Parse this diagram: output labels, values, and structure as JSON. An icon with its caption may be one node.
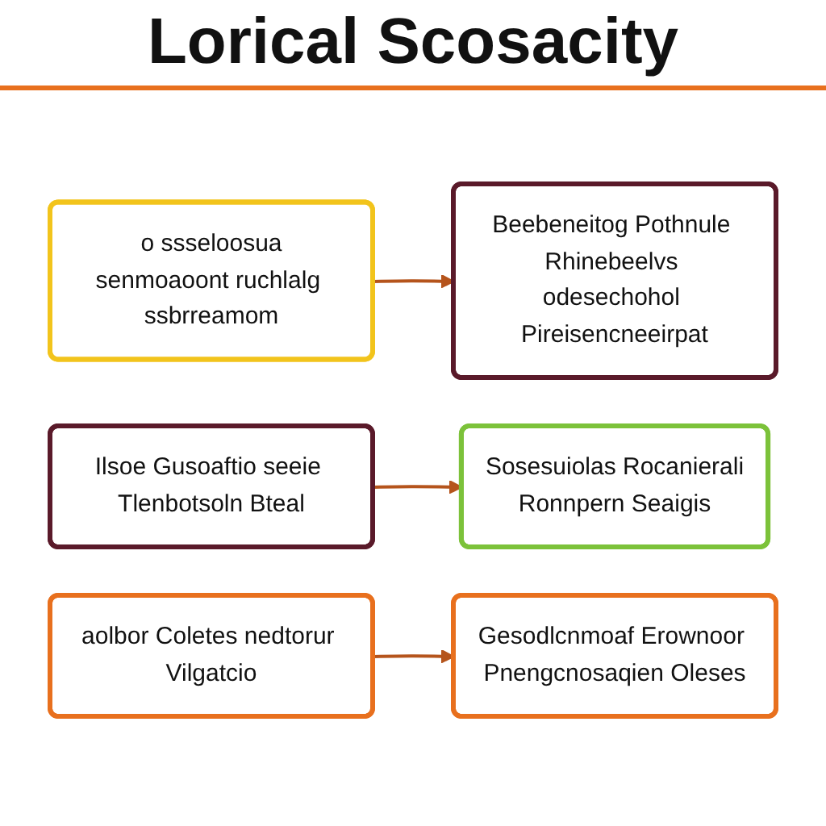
{
  "diagram": {
    "title": "Lorical Scosacity",
    "nodes": [
      {
        "text": [
          "o ssseloosua",
          "senmoaoont ruchlalg ssbrreamom"
        ]
      },
      {
        "text": [
          "Beebeneitog Pothnule Rhinebeelvs odesechohol Pireisencneeirpat"
        ]
      },
      {
        "text": [
          "Ilsoe Gusoaftio seeie Tlenbotsoln Bteal"
        ]
      },
      {
        "text": [
          "Sosesuiolas Rocanierali",
          "Ronnpern Seaigis"
        ]
      },
      {
        "text": [
          "aolbor Coletes nedtorur Vilgatcio"
        ]
      },
      {
        "text": [
          "Gesodlcnmoaf Erownoor Pnengcnosaqien Oleses"
        ]
      }
    ],
    "edges": [
      {
        "from": 0,
        "to": 1,
        "arrow": "to"
      },
      {
        "from": 2,
        "to": 3,
        "arrow": "to"
      },
      {
        "from": 4,
        "to": 5,
        "arrow": "to"
      }
    ]
  }
}
